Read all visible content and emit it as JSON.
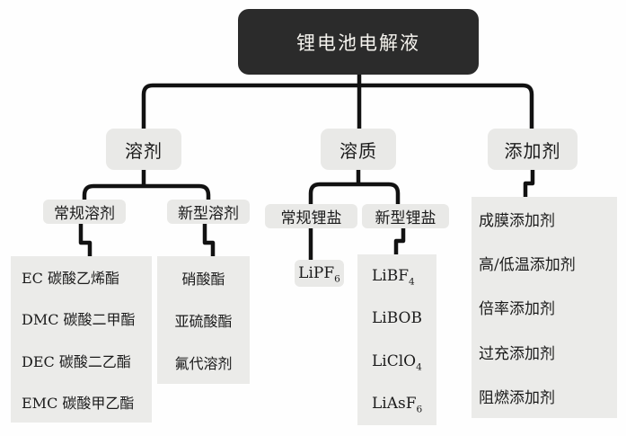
{
  "diagram": {
    "title": "锂电池电解液",
    "branches": [
      {
        "label": "溶剂",
        "children": [
          {
            "label": "常规溶剂"
          },
          {
            "label": "新型溶剂"
          }
        ]
      },
      {
        "label": "溶质",
        "children": [
          {
            "label": "常规锂盐"
          },
          {
            "label": "新型锂盐"
          }
        ]
      },
      {
        "label": "添加剂",
        "children": []
      }
    ],
    "lists": {
      "conventional_solvents": [
        "EC 碳酸乙烯酯",
        "DMC 碳酸二甲酯",
        "DEC 碳酸二乙酯",
        "EMC 碳酸甲乙酯"
      ],
      "new_solvents": [
        "硝酸酯",
        "亚硫酸酯",
        "氟代溶剂"
      ],
      "conventional_salts": [
        "LiPF~6~"
      ],
      "new_salts": [
        "LiBF~4~",
        "LiBOB",
        "LiClO~4~",
        "LiAsF~6~"
      ],
      "additives": [
        "成膜添加剂",
        "高/低温添加剂",
        "倍率添加剂",
        "过充添加剂",
        "阻燃添加剂"
      ]
    },
    "colors": {
      "root-bg": "#2b2b2b",
      "root-text": "#f5f3ee",
      "node-bg": "#e9e9e7",
      "leaf-bg": "#ebebe9",
      "line": "#121212",
      "text": "#1b1b1b",
      "page-bg": "#fefefe"
    }
  }
}
